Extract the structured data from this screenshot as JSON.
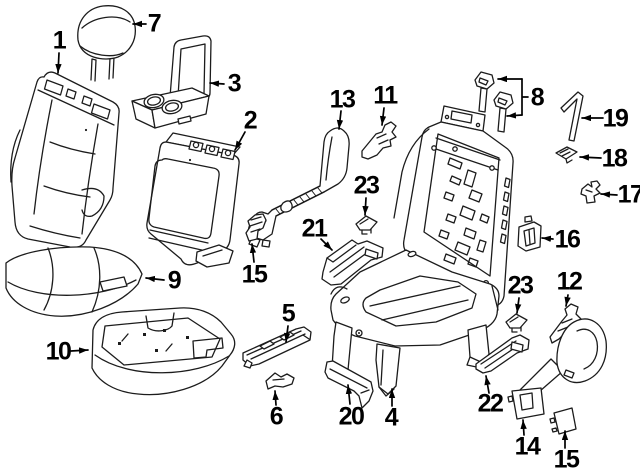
{
  "diagram": {
    "kind": "exploded-parts-diagram",
    "colors": {
      "background": "#ffffff",
      "line": "#1c1c1c",
      "label": "#000000"
    },
    "callouts": [
      {
        "num": "1"
      },
      {
        "num": "7"
      },
      {
        "num": "3"
      },
      {
        "num": "2"
      },
      {
        "num": "13"
      },
      {
        "num": "11"
      },
      {
        "num": "8"
      },
      {
        "num": "19"
      },
      {
        "num": "18"
      },
      {
        "num": "17"
      },
      {
        "num": "16"
      },
      {
        "num": "23"
      },
      {
        "num": "21"
      },
      {
        "num": "15"
      },
      {
        "num": "9"
      },
      {
        "num": "10"
      },
      {
        "num": "5"
      },
      {
        "num": "6"
      },
      {
        "num": "20"
      },
      {
        "num": "4"
      },
      {
        "num": "12"
      },
      {
        "num": "23"
      },
      {
        "num": "22"
      },
      {
        "num": "14"
      },
      {
        "num": "15"
      }
    ]
  }
}
